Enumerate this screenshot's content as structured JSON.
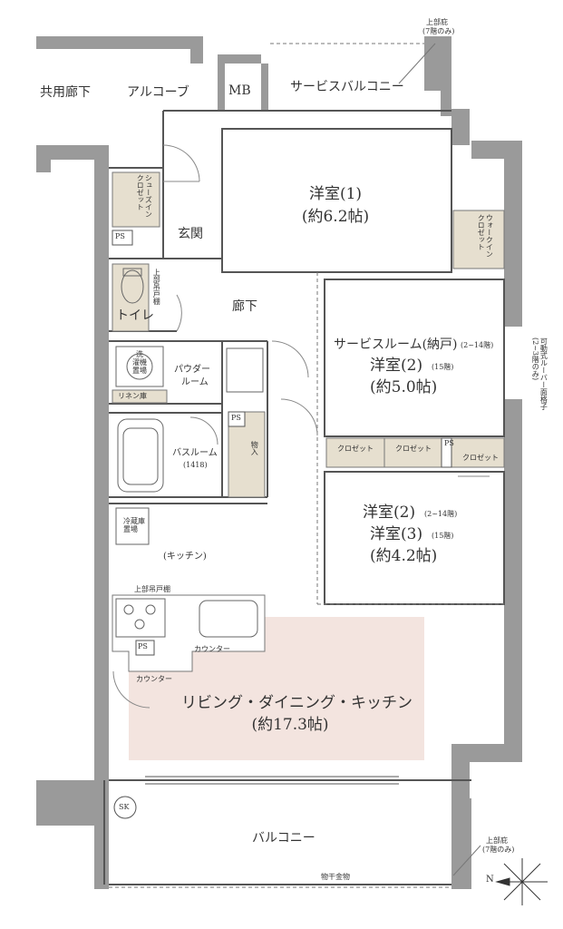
{
  "rooms": {
    "common_corridor": "共用廊下",
    "alcove": "アルコーブ",
    "mb": "MB",
    "service_balcony": "サービスバルコニー",
    "eave_top": "上部庇",
    "eave_top_note": "(7階のみ)",
    "shoe_closet": "シューズイン\nクロゼット",
    "ps": "PS",
    "entrance": "玄関",
    "western1": "洋室(1)",
    "western1_size": "(約6.2帖)",
    "walk_in": "ウォークイン\nクロゼット",
    "toilet": "トイレ",
    "upper_shelf": "上部吊戸棚",
    "hallway": "廊下",
    "washer": "洗\n濯機\n置場",
    "linen": "リネン庫",
    "powder": "パウダー",
    "powder2": "ルーム",
    "bath": "バスルーム",
    "bath_size": "(1418)",
    "storage": "物入",
    "service_room": "サービスルーム(納戸)",
    "service_room_note": "(2~14階)",
    "western2_15": "洋室(2)",
    "western2_15_note": "(15階)",
    "western2_size": "(約5.0帖)",
    "louver": "可動式ルーバー面格子\n(2~3階のみ)",
    "closet": "クロゼット",
    "western2": "洋室(2)",
    "western2_note": "(2~14階)",
    "western3": "洋室(3)",
    "western3_note": "(15階)",
    "western3_size": "(約4.2帖)",
    "fridge": "冷蔵庫\n置場",
    "kitchen": "(キッチン)",
    "kitchen_shelf": "上部吊戸棚",
    "counter": "カウンター",
    "ldk": "リビング・ダイニング・キッチン",
    "ldk_size": "(約17.3帖)",
    "sk": "SK",
    "balcony": "バルコニー",
    "eave_bottom": "上部庇",
    "eave_bottom_note": "(7階のみ)",
    "handrail": "物干金物",
    "north": "N"
  },
  "colors": {
    "wall": "#9a9a9a",
    "wall_dark": "#8a8a8a",
    "closet": "#e6dfcf",
    "ldk_fill": "#f3e4df",
    "line": "#555555"
  }
}
